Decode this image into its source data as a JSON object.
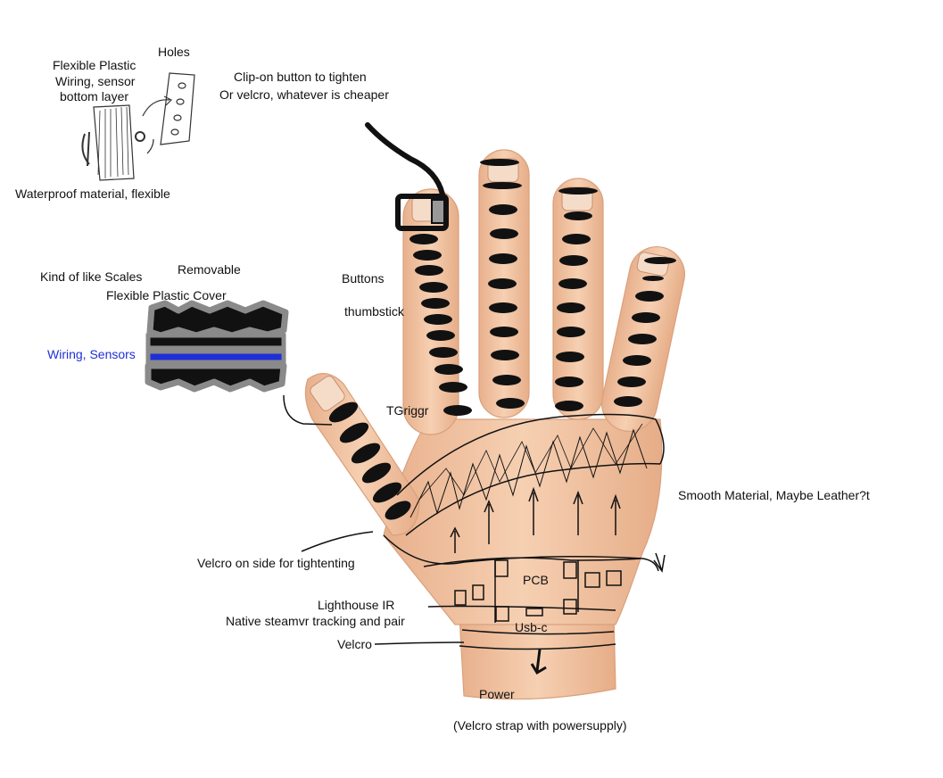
{
  "diagram": {
    "labels": {
      "flexible_plastic": "Flexible Plastic",
      "wiring_sensor": "Wiring, sensor",
      "bottom_layer": "bottom layer",
      "holes": "Holes",
      "waterproof": "Waterproof material, flexible",
      "clip_on_1": "Clip-on button to tighten",
      "clip_on_2": "Or velcro, whatever is cheaper",
      "kind_of_scales": "Kind of like Scales",
      "removable": "Removable",
      "flexible_cover": "Flexible Plastic  Cover",
      "wiring_sensors": "Wiring, Sensors",
      "buttons": "Buttons",
      "thumbstick": "thumbstick",
      "trigger": "TGriggr",
      "smooth_material": "Smooth Material, Maybe Leather?t",
      "velcro_side": "Velcro on side for tightenting",
      "pcb": "PCB",
      "lighthouse": "Lighthouse IR",
      "native_tracking": "Native steamvr tracking and pair",
      "usb_c": "Usb-c",
      "velcro": "Velcro",
      "power": "Power",
      "velcro_strap": "(Velcro strap with powersupply)"
    },
    "colors": {
      "skin": "#f3c8a6",
      "skin_shadow": "#e2a985",
      "band": "#111111",
      "cover_gray": "#8a8a8a",
      "wire_blue": "#1f2fd6"
    }
  }
}
